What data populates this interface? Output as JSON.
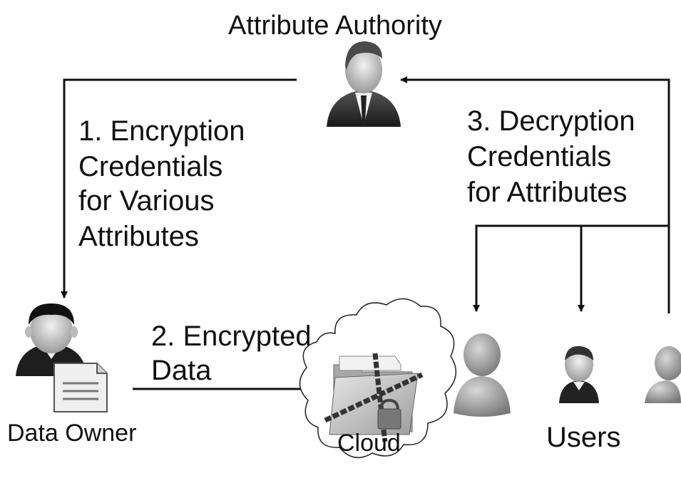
{
  "nodes": {
    "authority": {
      "label": "Attribute Authority",
      "icon": "businessman-icon"
    },
    "owner": {
      "label": "Data Owner",
      "icon": "person-with-document-icon"
    },
    "cloud": {
      "label": "Cloud",
      "icon": "locked-folder-cloud-icon"
    },
    "users": {
      "label": "Users",
      "icons": [
        "user-silhouette-icon",
        "user-avatar-icon",
        "user-silhouette-icon"
      ]
    }
  },
  "edges": {
    "step1": {
      "line1": "1. Encryption",
      "line2": "Credentials",
      "line3": "for Various",
      "line4": "Attributes"
    },
    "step2": {
      "line1": "2. Encrypted",
      "line2": "Data"
    },
    "step3": {
      "line1": "3. Decryption",
      "line2": "Credentials",
      "line3": "for Attributes"
    }
  }
}
